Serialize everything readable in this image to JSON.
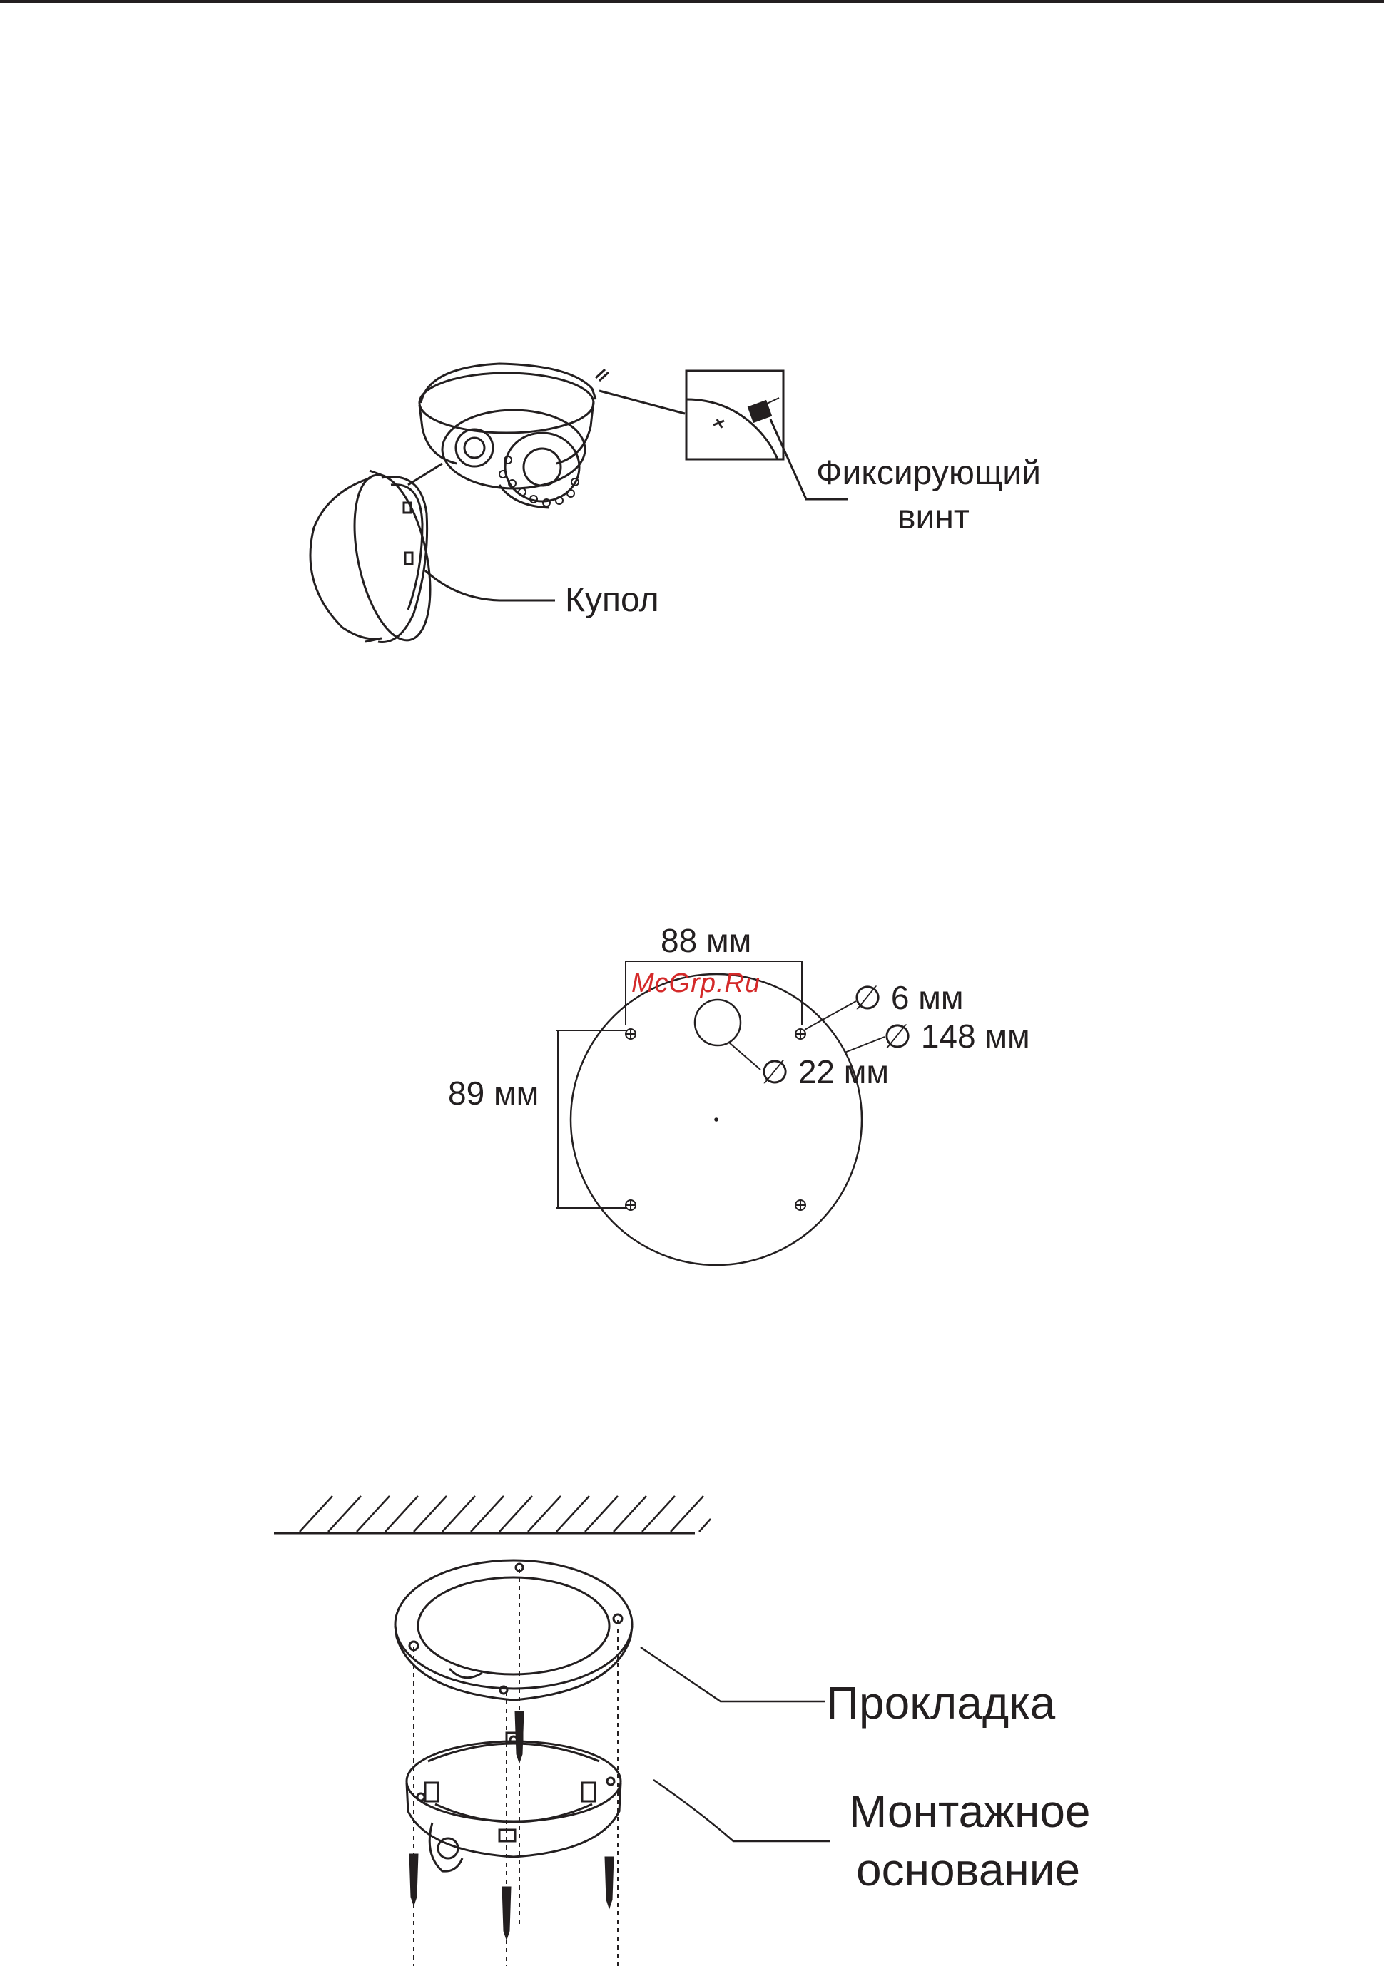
{
  "figure1": {
    "screw_label_line1": "Фиксирующий",
    "screw_label_line2": "винт",
    "dome_label": "Купол"
  },
  "figure2": {
    "width_label": "88 мм",
    "height_label": "89 мм",
    "hole_diameter_label": "∅ 6 мм",
    "base_diameter_label": "∅ 148 мм",
    "cable_hole_label": "∅ 22 мм"
  },
  "figure3": {
    "gasket_label": "Прокладка",
    "base_label_line1": "Монтажное",
    "base_label_line2": "основание"
  },
  "watermark": "McGrp.Ru",
  "colors": {
    "ink": "#231f20",
    "watermark": "#d42a2a"
  }
}
